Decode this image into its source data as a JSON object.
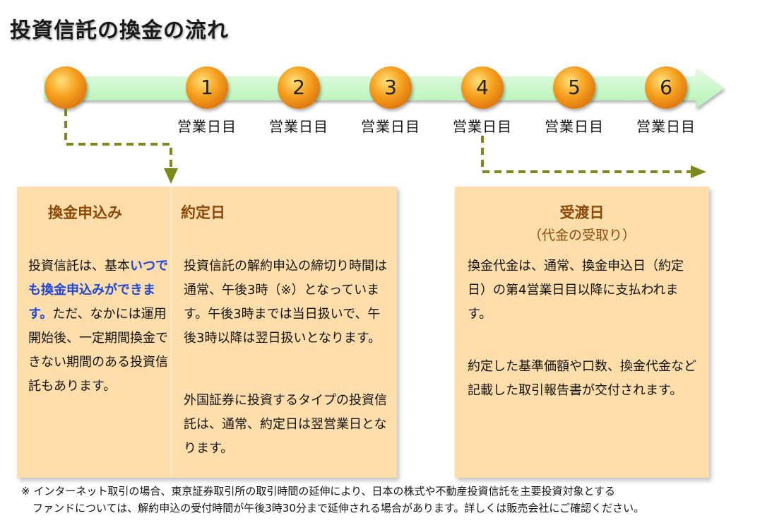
{
  "title": "投資信託の換金の流れ",
  "timeline": {
    "days": [
      {
        "number": "1",
        "label": "営業日目"
      },
      {
        "number": "2",
        "label": "営業日目"
      },
      {
        "number": "3",
        "label": "営業日目"
      },
      {
        "number": "4",
        "label": "営業日目"
      },
      {
        "number": "5",
        "label": "営業日目"
      },
      {
        "number": "6",
        "label": "営業日目"
      }
    ]
  },
  "left_box": {
    "heading_request": "換金申込み",
    "heading_contract": "約定日",
    "request_text_pre": "投資信託は、基本",
    "request_text_highlight": "いつでも換金申込みができます。",
    "request_text_post": "ただ、なかには運用開始後、一定期間換金できない期間のある投資信託もあります。",
    "contract_text_1": "投資信託の解約申込の締切り時間は通常、午後3時（※）となっています。午後3時までは当日扱いで、午後3時以降は翌日扱いとなります。",
    "contract_text_2": "外国証券に投資するタイプの投資信託は、通常、約定日は翌営業日となります。"
  },
  "right_box": {
    "heading": "受渡日",
    "subheading": "（代金の受取り）",
    "text_1": "換金代金は、通常、換金申込日（約定日）の第4営業日目以降に支払われます。",
    "text_2": "約定した基準価額や口数、換金代金など記載した取引報告書が交付されます。"
  },
  "footnote": {
    "line1": "※ インターネット取引の場合、東京証券取引所の取引時間の延伸により、日本の株式や不動産投資信託を主要投資対象とする",
    "line2": "ファンドについては、解約申込の受付時間が午後3時30分まで延伸される場合があります。詳しくは販売会社にご確認ください。"
  },
  "colors": {
    "arrow_fill": "#c6f7c6",
    "circle_orange": "#f39a1c",
    "box_fill": "#fddeaa",
    "heading_brown": "#8b4a0c",
    "highlight_blue": "#1f46d6",
    "dashed_olive": "#7c8a1c"
  }
}
